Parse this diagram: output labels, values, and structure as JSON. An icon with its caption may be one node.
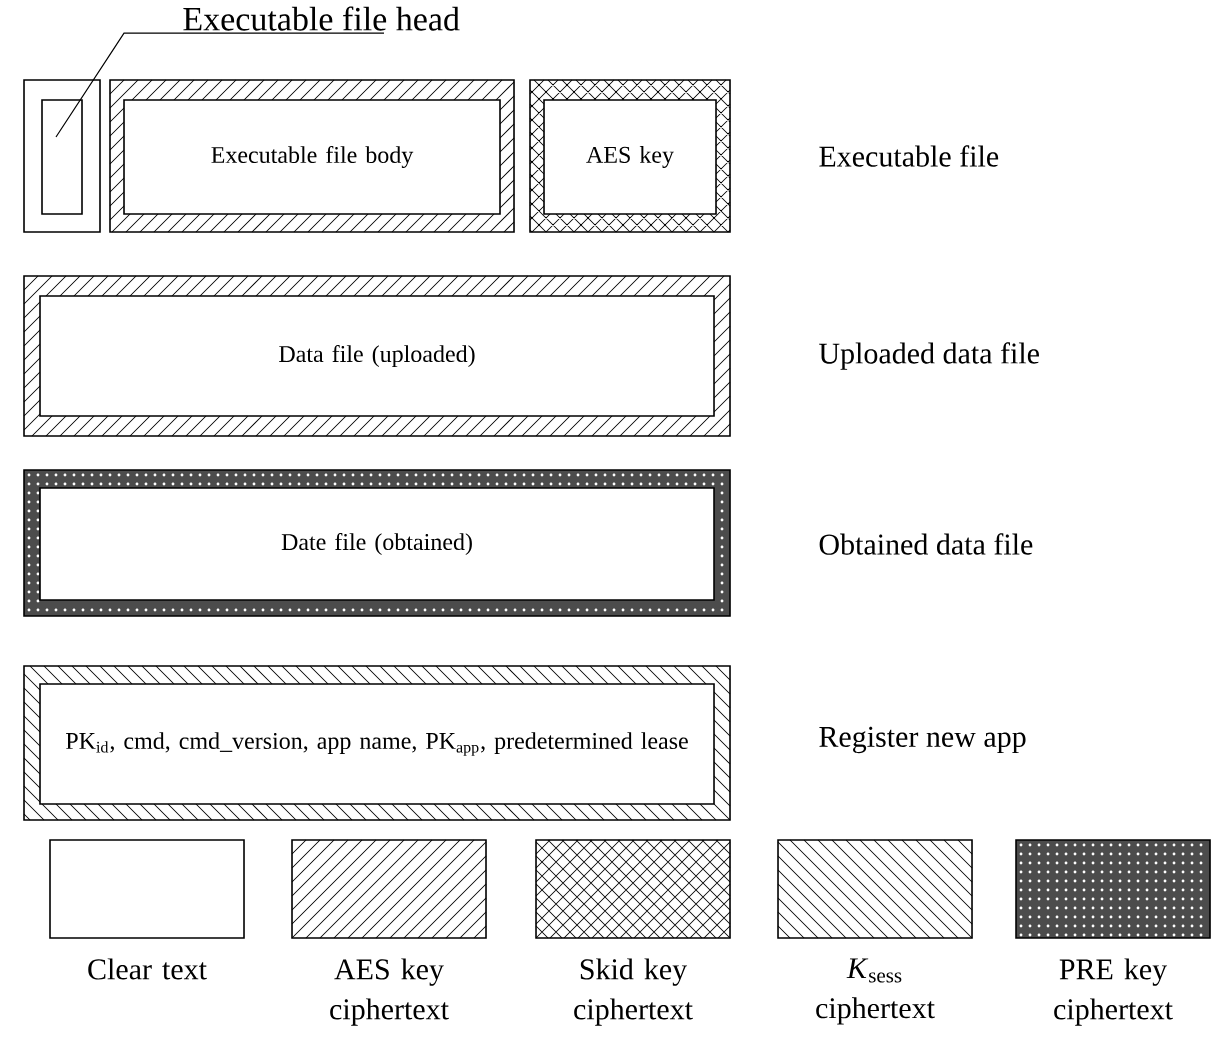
{
  "diagram": {
    "nodes": [
      {
        "text": [],
        "shape": "box"
      },
      {
        "text": [],
        "shape": "box",
        "in": 0
      },
      {
        "text": [
          "Executable file head"
        ]
      },
      {
        "text": [],
        "shape": "box"
      },
      {
        "text": [
          "Executable file body"
        ],
        "in": 3
      },
      {
        "text": [],
        "shape": "box"
      },
      {
        "text": [
          "AES key"
        ],
        "in": 5
      },
      {
        "text": [],
        "shape": "box"
      },
      {
        "text": [
          "Data file (uploaded)"
        ],
        "in": 7
      },
      {
        "text": [],
        "shape": "box"
      },
      {
        "text": [
          "Date file (obtained)"
        ],
        "in": 9
      },
      {
        "text": [],
        "shape": "box"
      },
      {
        "text": [
          "PK$_{id}$, cmd, cmd_version, app name, PK$_{app}$, predetermined lease"
        ],
        "in": 11
      }
    ],
    "edges": [
      {
        "from": 2,
        "to": 1,
        "arrow": "none"
      }
    ],
    "labels": [
      "Executable file",
      "Uploaded data file",
      "Obtained data file",
      "Register new app"
    ],
    "legend": [
      {
        "text": "Clear text"
      },
      {
        "text": "AES key ciphertext"
      },
      {
        "text": "Skid key ciphertext"
      },
      {
        "text": "*K*$_{sess}$ ciphertext"
      },
      {
        "text": "PRE key ciphertext"
      }
    ]
  }
}
